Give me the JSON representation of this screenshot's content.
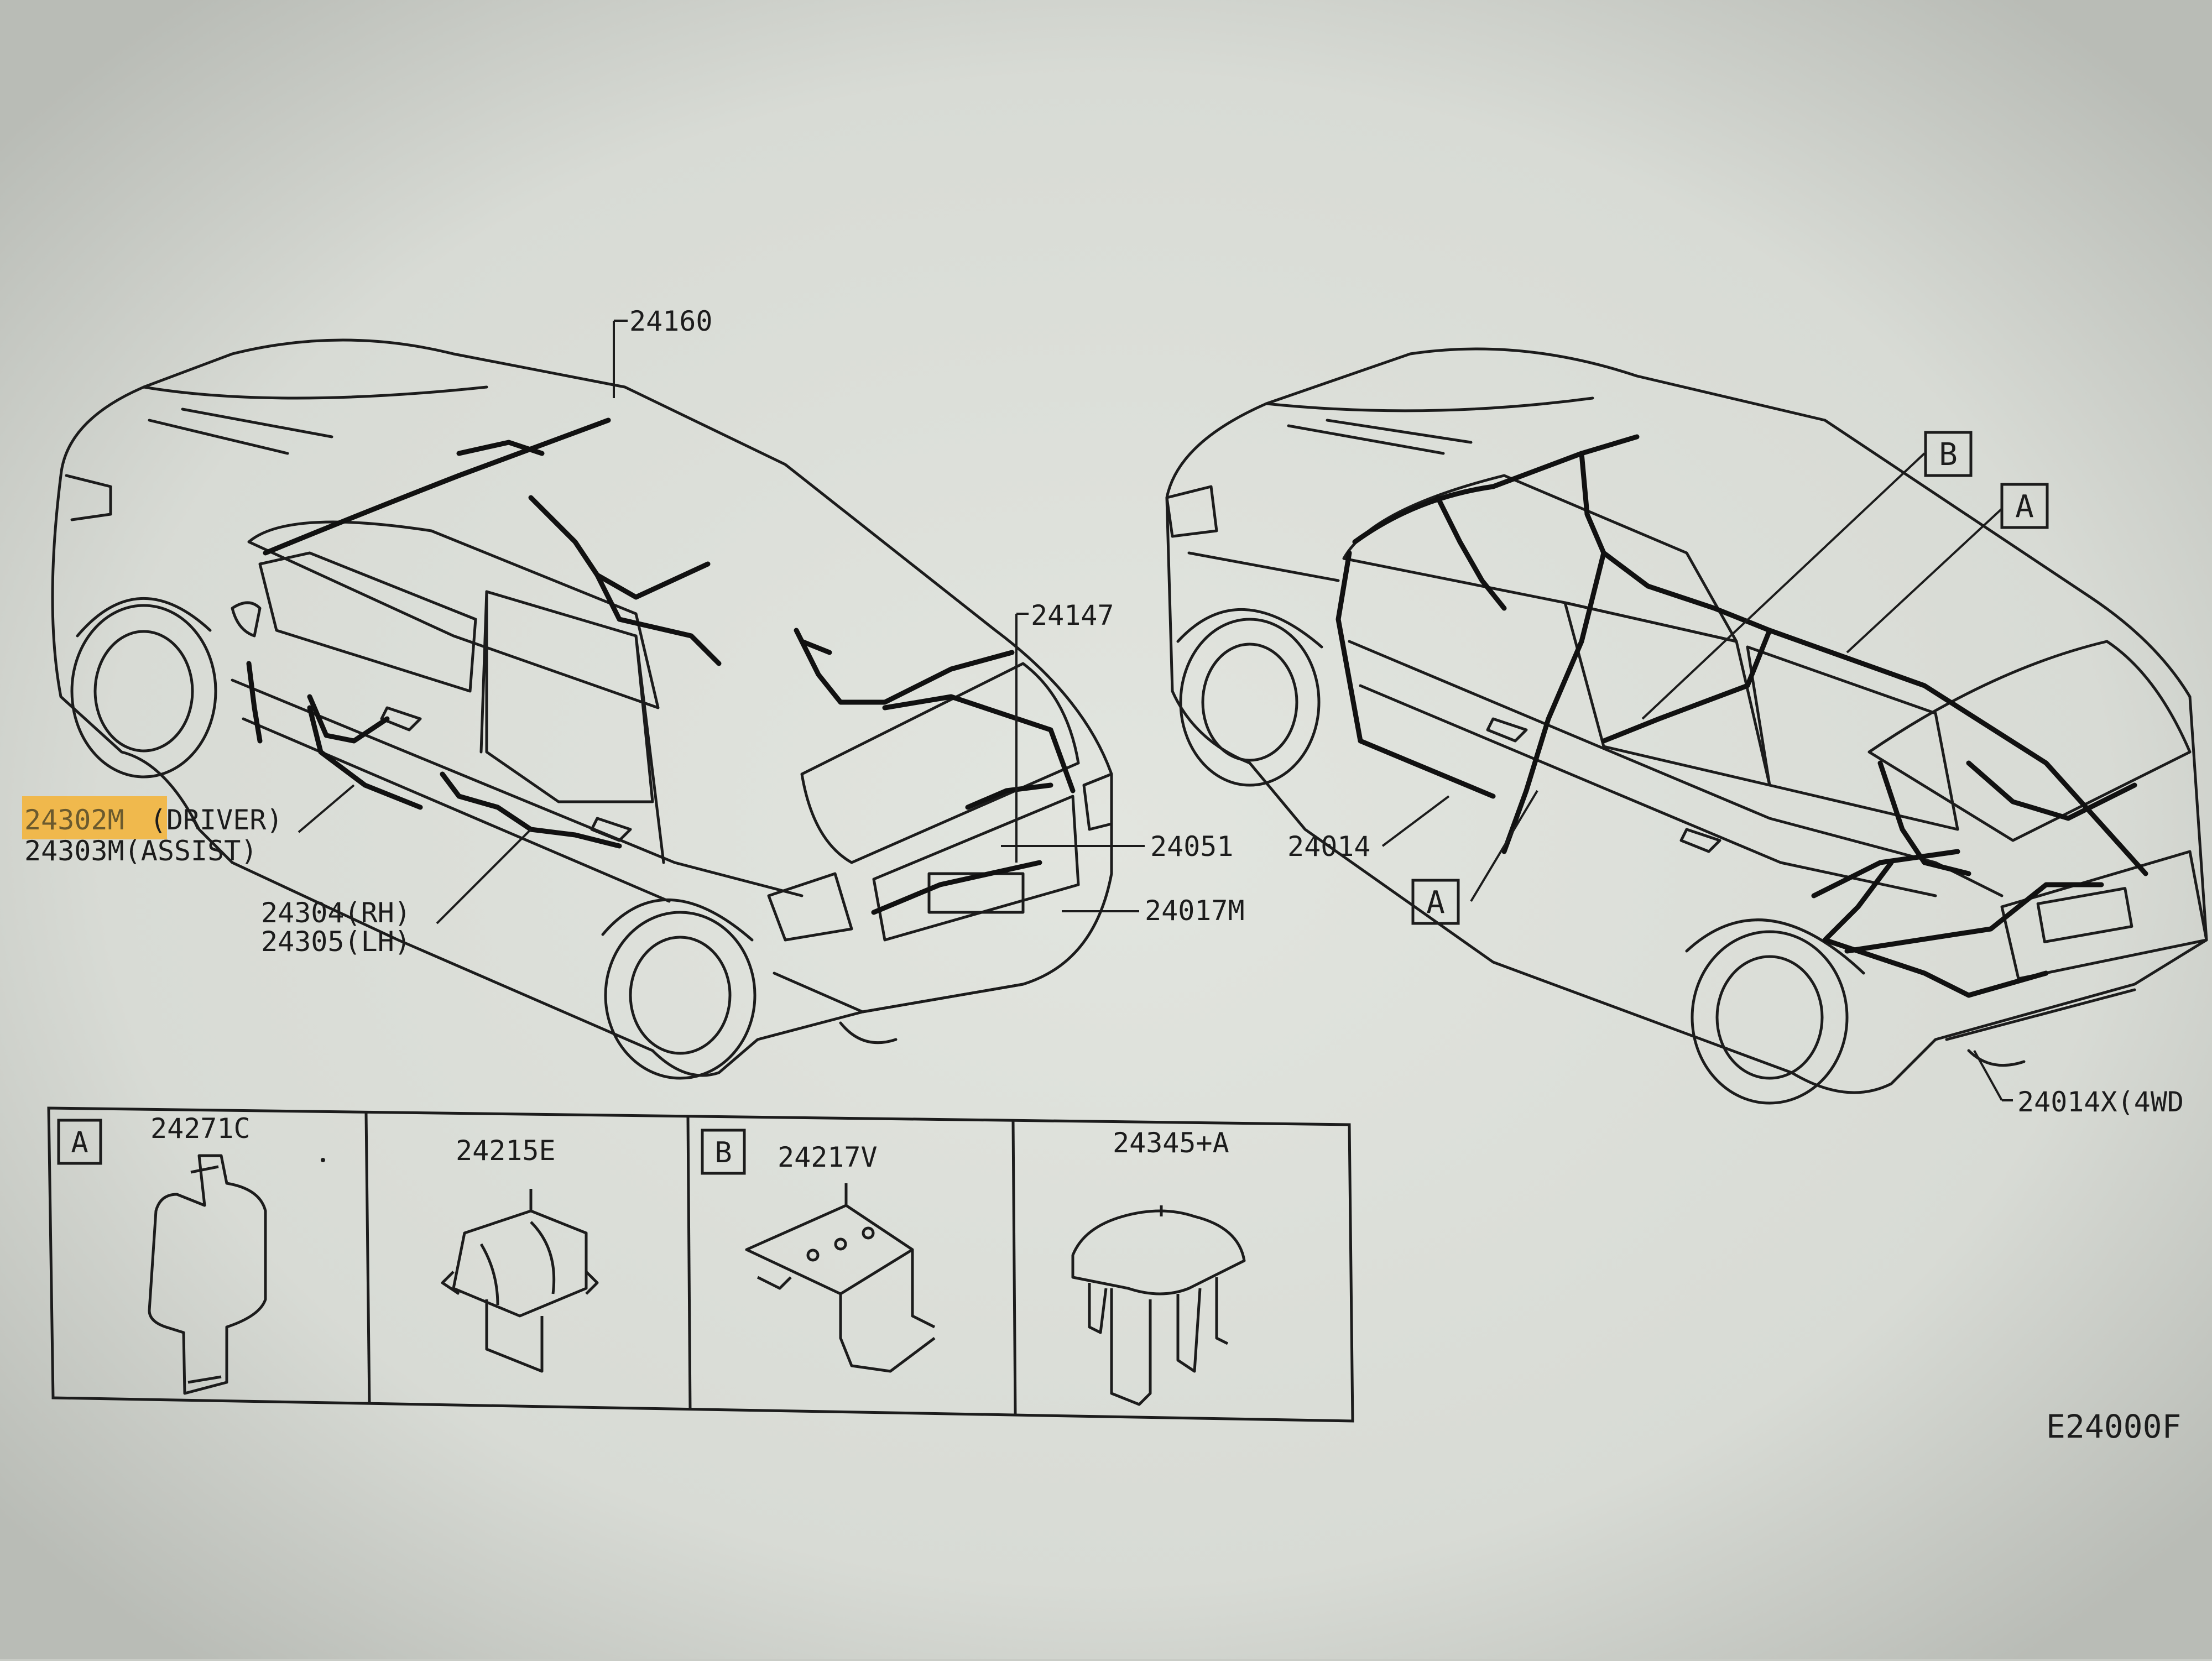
{
  "diagram": {
    "code": "E24000F",
    "callouts": [
      {
        "id": "pn-24160",
        "text": "24160"
      },
      {
        "id": "pn-24147",
        "text": "24147"
      },
      {
        "id": "pn-24051",
        "text": "24051"
      },
      {
        "id": "pn-24017m",
        "text": "24017M"
      },
      {
        "id": "pn-24014",
        "text": "24014"
      },
      {
        "id": "pn-24014x",
        "text": "24014X(4WD"
      },
      {
        "id": "pn-24302m-prefix",
        "text": "24302M"
      },
      {
        "id": "pn-24302m-suffix",
        "text": "(DRIVER)"
      },
      {
        "id": "pn-24303m",
        "text": "24303M(ASSIST)"
      },
      {
        "id": "pn-24304",
        "text": "24304(RH)"
      },
      {
        "id": "pn-24305",
        "text": "24305(LH)"
      }
    ],
    "reference_boxes": [
      {
        "id": "ref-b-car",
        "letter": "B"
      },
      {
        "id": "ref-a-car-top",
        "letter": "A"
      },
      {
        "id": "ref-a-car-bottom",
        "letter": "A"
      }
    ],
    "detail_panels": [
      {
        "id": "detail-24271c",
        "ref": "A",
        "part": "24271C"
      },
      {
        "id": "detail-24215e",
        "ref": "",
        "part": "24215E"
      },
      {
        "id": "detail-24217v",
        "ref": "B",
        "part": "24217V"
      },
      {
        "id": "detail-24345a",
        "ref": "",
        "part": "24345+A"
      }
    ],
    "highlight_color": "#f5b335",
    "line_color": "#1c1c1c",
    "harness_color": "#111111",
    "background_color": "#dcdfd9"
  }
}
